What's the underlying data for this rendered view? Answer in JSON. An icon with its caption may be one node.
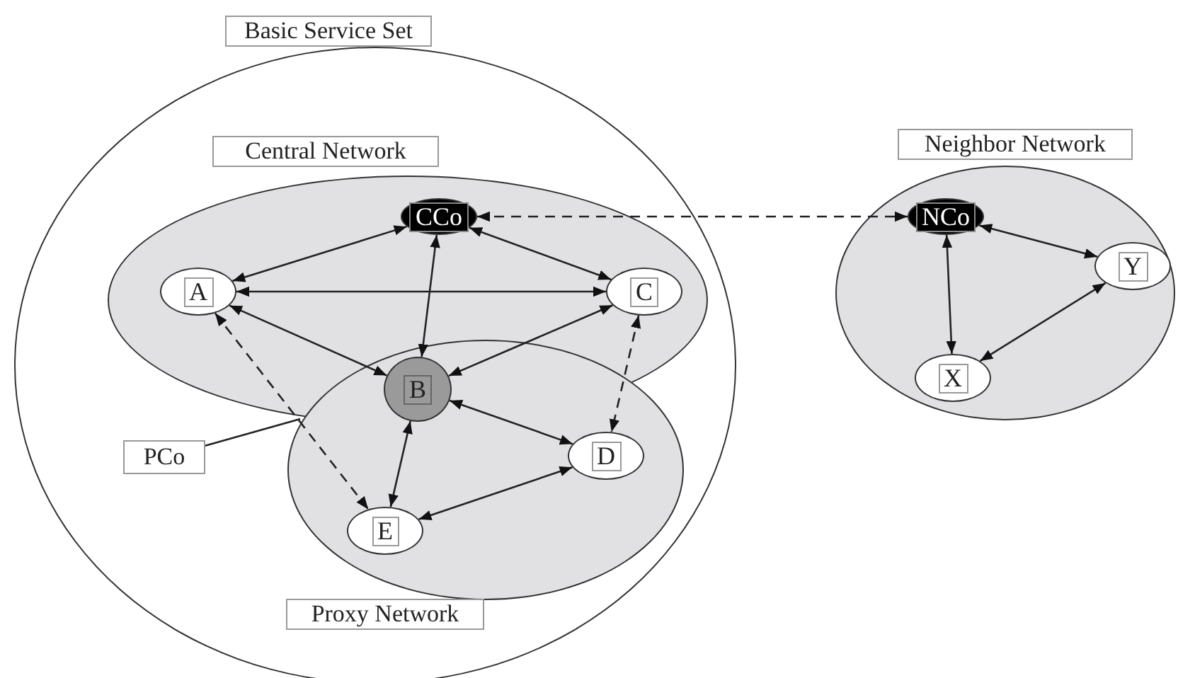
{
  "diagram": {
    "nodes": [
      {
        "text": [
          "Basic Service Set"
        ]
      },
      {
        "text": [
          "Central Network"
        ],
        "in": 0
      },
      {
        "text": [
          "Proxy Network"
        ],
        "in": 0
      },
      {
        "text": [
          "CCo"
        ],
        "in": 1
      },
      {
        "text": [
          "A"
        ],
        "in": 1
      },
      {
        "text": [
          "C"
        ],
        "in": 1
      },
      {
        "text": [
          "B"
        ]
      },
      {
        "text": [
          "D"
        ],
        "in": 2
      },
      {
        "text": [
          "E"
        ],
        "in": 2
      },
      {
        "text": [
          "Neighbor Network"
        ]
      },
      {
        "text": [
          "NCo"
        ],
        "in": 9
      },
      {
        "text": [
          "Y"
        ],
        "in": 9
      },
      {
        "text": [
          "X"
        ],
        "in": 9
      },
      {
        "text": [
          "PCo"
        ],
        "in": 0
      }
    ],
    "edges": [
      {
        "from": 3,
        "to": 4,
        "arrow": "both"
      },
      {
        "from": 3,
        "to": 6,
        "arrow": "both"
      },
      {
        "from": 3,
        "to": 5,
        "arrow": "both"
      },
      {
        "from": 4,
        "to": 5,
        "arrow": "both"
      },
      {
        "from": 4,
        "to": 6,
        "arrow": "both"
      },
      {
        "from": 5,
        "to": 6,
        "arrow": "both"
      },
      {
        "from": 6,
        "to": 7,
        "arrow": "both"
      },
      {
        "from": 6,
        "to": 8,
        "arrow": "both"
      },
      {
        "from": 8,
        "to": 7,
        "arrow": "both"
      },
      {
        "from": 4,
        "to": 8,
        "arrow": "both",
        "style": "dashed"
      },
      {
        "from": 5,
        "to": 7,
        "arrow": "both",
        "style": "dashed"
      },
      {
        "from": 3,
        "to": 10,
        "arrow": "both",
        "style": "dashed"
      },
      {
        "from": 10,
        "to": 11,
        "arrow": "both"
      },
      {
        "from": 10,
        "to": 12,
        "arrow": "both"
      },
      {
        "from": 11,
        "to": 12,
        "arrow": "both"
      },
      {
        "from": 13,
        "to": 1,
        "arrow": "none"
      }
    ]
  }
}
